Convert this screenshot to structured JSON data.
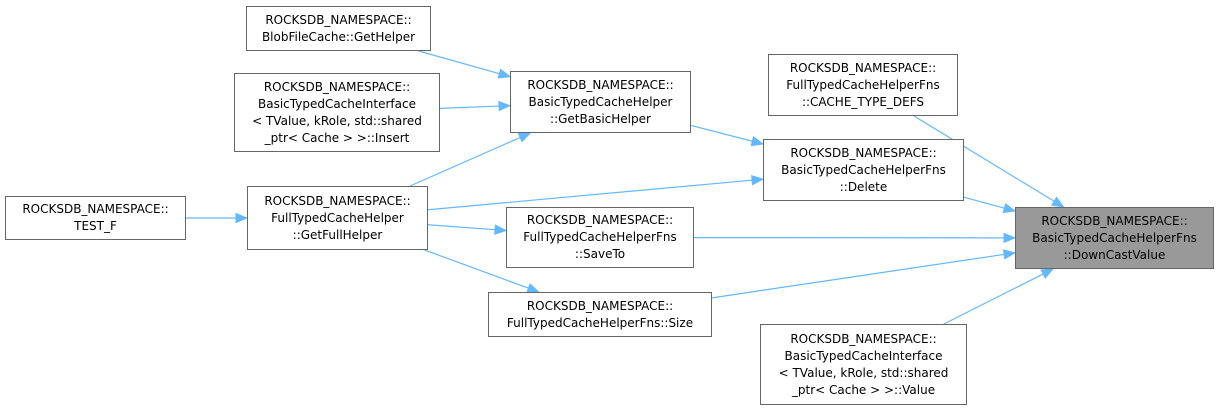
{
  "graph": {
    "edge_color": "#63b8ff",
    "node_border_color": "#666666",
    "focus_fill_color": "#999999",
    "nodes": {
      "n_blobfile_gethelper": {
        "lines": [
          "ROCKSDB_NAMESPACE::",
          "BlobFileCache::GetHelper"
        ]
      },
      "n_interface_insert": {
        "lines": [
          "ROCKSDB_NAMESPACE::",
          "BasicTypedCacheInterface",
          "< TValue, kRole, std::shared",
          "_ptr< Cache > >::Insert"
        ]
      },
      "n_test_f": {
        "lines": [
          "ROCKSDB_NAMESPACE::",
          "TEST_F"
        ]
      },
      "n_getbasichelper": {
        "lines": [
          "ROCKSDB_NAMESPACE::",
          "BasicTypedCacheHelper",
          "::GetBasicHelper"
        ]
      },
      "n_getfullhelper": {
        "lines": [
          "ROCKSDB_NAMESPACE::",
          "FullTypedCacheHelper",
          "::GetFullHelper"
        ]
      },
      "n_saveto": {
        "lines": [
          "ROCKSDB_NAMESPACE::",
          "FullTypedCacheHelperFns",
          "::SaveTo"
        ]
      },
      "n_size": {
        "lines": [
          "ROCKSDB_NAMESPACE::",
          "FullTypedCacheHelperFns::Size"
        ]
      },
      "n_cache_type_defs": {
        "lines": [
          "ROCKSDB_NAMESPACE::",
          "FullTypedCacheHelperFns",
          "::CACHE_TYPE_DEFS"
        ]
      },
      "n_delete": {
        "lines": [
          "ROCKSDB_NAMESPACE::",
          "BasicTypedCacheHelperFns",
          "::Delete"
        ]
      },
      "n_interface_value": {
        "lines": [
          "ROCKSDB_NAMESPACE::",
          "BasicTypedCacheInterface",
          "< TValue, kRole, std::shared",
          "_ptr< Cache > >::Value"
        ]
      },
      "n_downcastvalue": {
        "lines": [
          "ROCKSDB_NAMESPACE::",
          "BasicTypedCacheHelperFns",
          "::DownCastValue"
        ]
      }
    },
    "edges": [
      {
        "from": "n_blobfile_gethelper",
        "to": "n_getbasichelper"
      },
      {
        "from": "n_interface_insert",
        "to": "n_getbasichelper"
      },
      {
        "from": "n_getfullhelper",
        "to": "n_getbasichelper"
      },
      {
        "from": "n_test_f",
        "to": "n_getfullhelper"
      },
      {
        "from": "n_getbasichelper",
        "to": "n_delete"
      },
      {
        "from": "n_getfullhelper",
        "to": "n_delete"
      },
      {
        "from": "n_getfullhelper",
        "to": "n_saveto"
      },
      {
        "from": "n_getfullhelper",
        "to": "n_size"
      },
      {
        "from": "n_cache_type_defs",
        "to": "n_downcastvalue"
      },
      {
        "from": "n_delete",
        "to": "n_downcastvalue"
      },
      {
        "from": "n_saveto",
        "to": "n_downcastvalue"
      },
      {
        "from": "n_size",
        "to": "n_downcastvalue"
      },
      {
        "from": "n_interface_value",
        "to": "n_downcastvalue"
      }
    ]
  }
}
